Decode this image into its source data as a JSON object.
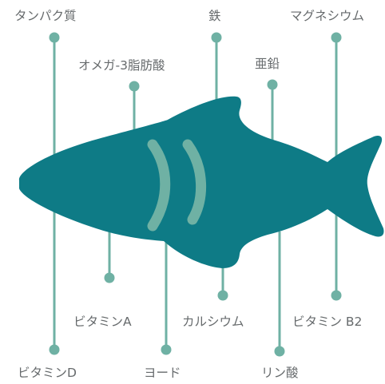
{
  "colors": {
    "fish": "#0e7b86",
    "gill": "#6fb1a4",
    "line": "#6fb1a4",
    "text": "#666a6c",
    "background": "#ffffff"
  },
  "nutrients": {
    "protein": "タンパク質",
    "omega3": "オメガ-3脂肪酸",
    "iron": "鉄",
    "zinc": "亜鉛",
    "magnesium": "マグネシウム",
    "vitamin_a": "ビタミンA",
    "vitamin_d": "ビタミンD",
    "iodine": "ヨード",
    "calcium": "カルシウム",
    "phosphorus": "リン酸",
    "vitamin_b2": "ビタミン B2"
  }
}
